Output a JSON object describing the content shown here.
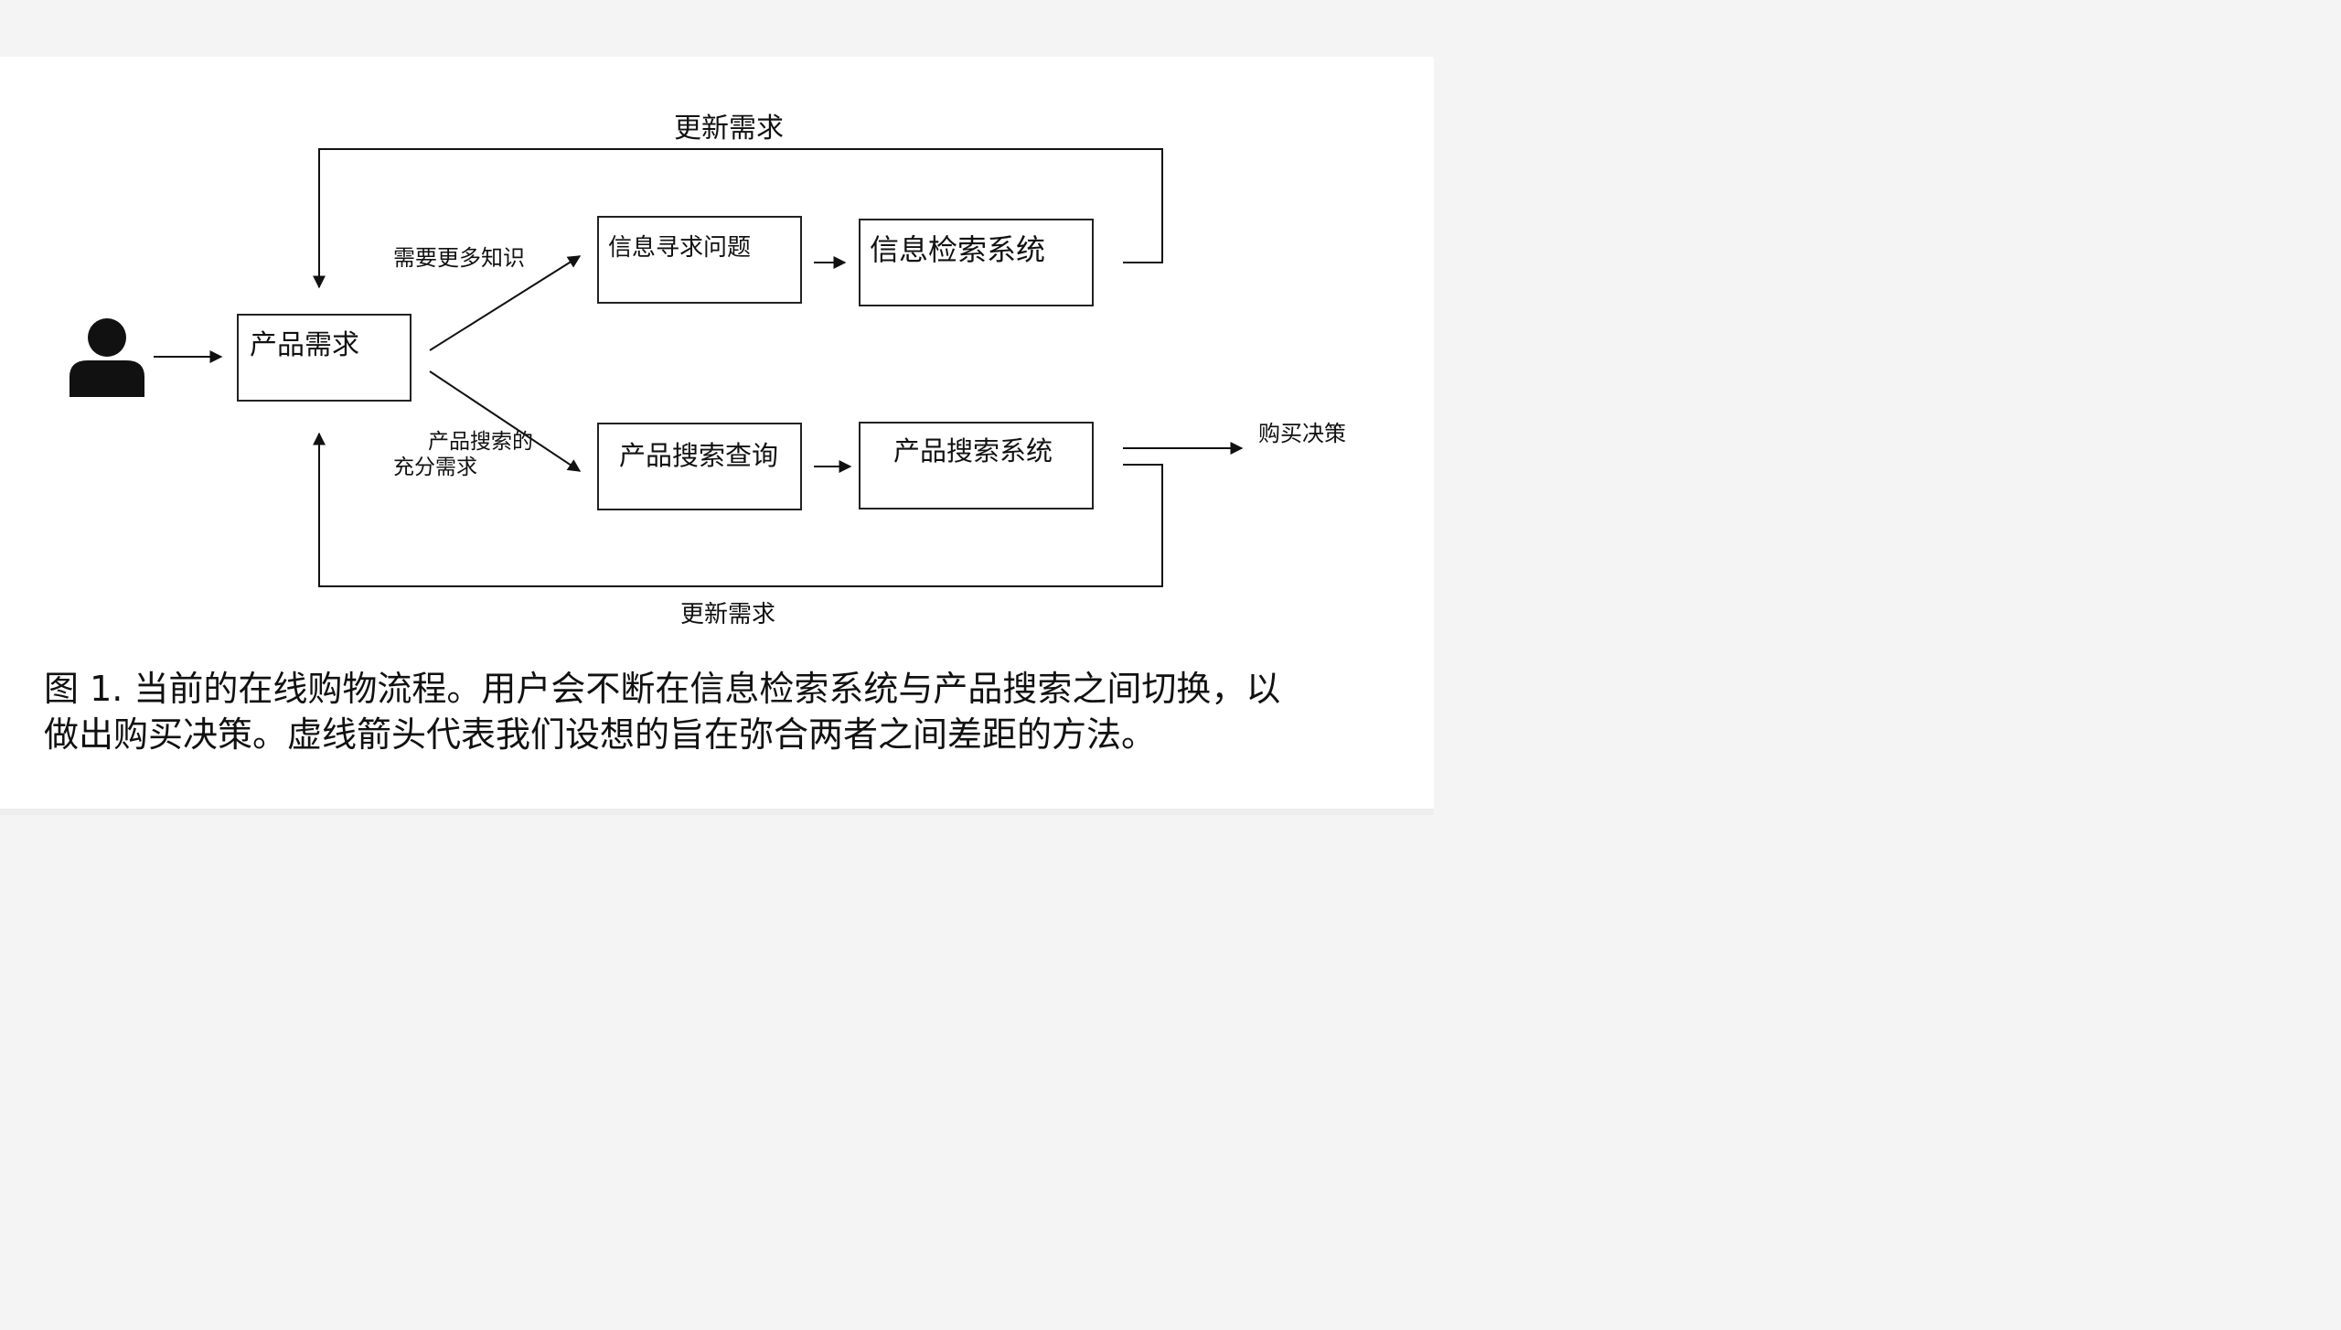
{
  "diagram": {
    "user_icon": "person-icon",
    "nodes": {
      "product_need": "产品需求",
      "info_question": "信息寻求问题",
      "info_system": "信息检索系统",
      "product_query": "产品搜索查询",
      "product_system": "产品搜索系统"
    },
    "edge_labels": {
      "update_need_top": "更新需求",
      "update_need_bottom": "更新需求",
      "need_more_knowledge": "需要更多知识",
      "sufficient_need_line1": "产品搜索的",
      "sufficient_need_line2": "充分需求",
      "purchase_decision": "购买决策"
    }
  },
  "caption": {
    "line1": "图 1. 当前的在线购物流程。用户会不断在信息检索系统与产品搜索之间切换，以",
    "line2": "做出购买决策。虚线箭头代表我们设想的旨在弥合两者之间差距的方法。"
  }
}
